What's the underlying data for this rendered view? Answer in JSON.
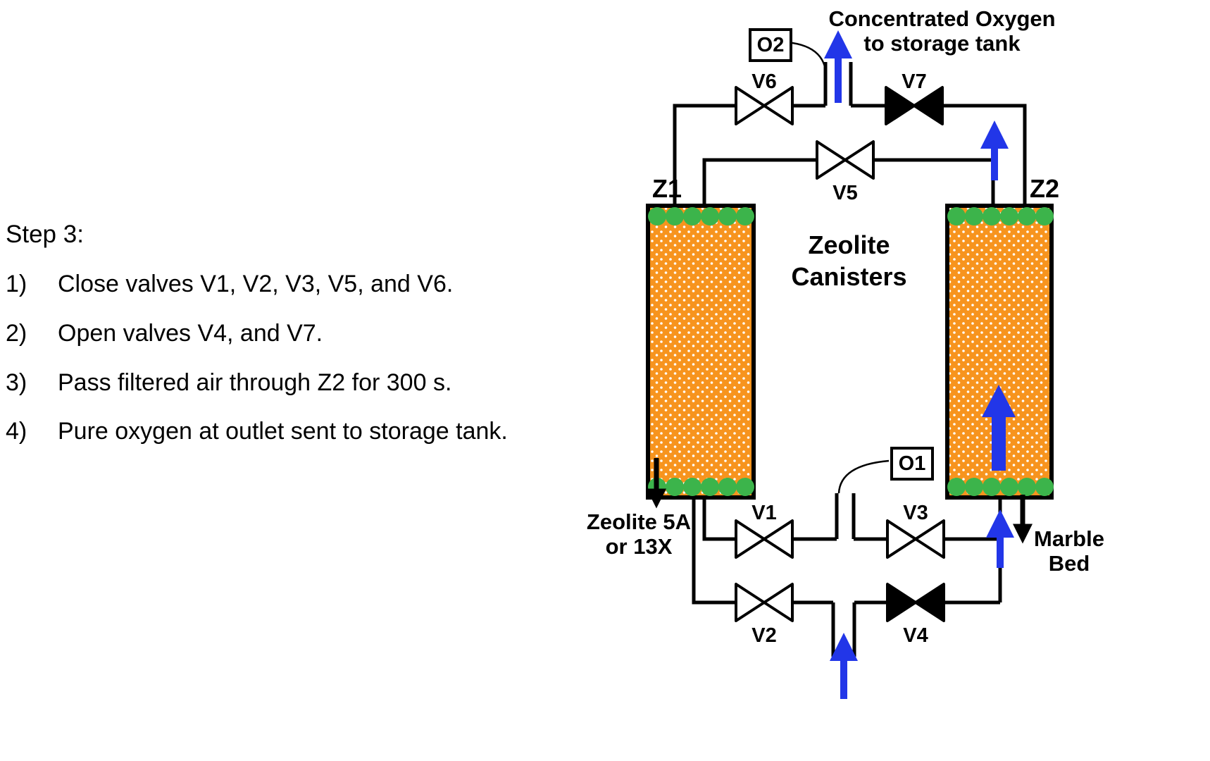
{
  "instructions": {
    "title": "Step 3:",
    "items": [
      {
        "num": "1)",
        "text": "Close valves V1, V2, V3, V5, and V6."
      },
      {
        "num": "2)",
        "text": "Open valves V4, and V7."
      },
      {
        "num": "3)",
        "text": "Pass filtered air through Z2 for 300 s."
      },
      {
        "num": "4)",
        "text": "Pure oxygen at outlet sent to storage tank."
      }
    ]
  },
  "diagram": {
    "canister_left_label": "Z1",
    "canister_right_label": "Z2",
    "center_label_line1": "Zeolite",
    "center_label_line2": "Canisters",
    "outlet_label_line1": "Concentrated Oxygen",
    "outlet_label_line2": "to storage tank",
    "zeolite_note_line1": "Zeolite 5A",
    "zeolite_note_line2": "or 13X",
    "marble_note_line1": "Marble",
    "marble_note_line2": "Bed",
    "valves": {
      "v1": "V1",
      "v2": "V2",
      "v3": "V3",
      "v4": "V4",
      "v5": "V5",
      "v6": "V6",
      "v7": "V7"
    },
    "sensors": {
      "o1": "O1",
      "o2": "O2"
    },
    "filled_valves": [
      "V4",
      "V7"
    ],
    "colors": {
      "bead_orange": "#F7941E",
      "cap_green": "#3CB44B",
      "flow_blue": "#2236E8",
      "pipe_black": "#000000"
    }
  }
}
